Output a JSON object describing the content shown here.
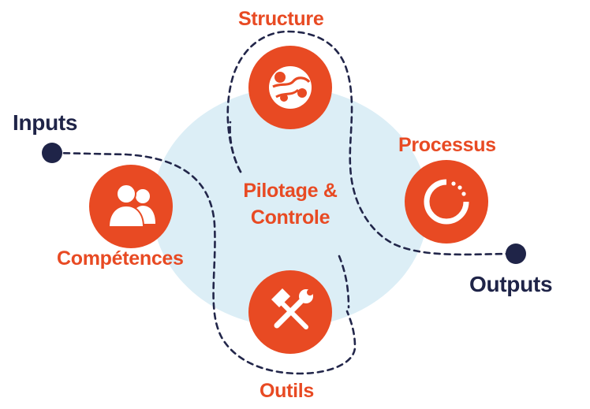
{
  "colors": {
    "accent": "#e84a23",
    "navy": "#1f2448",
    "hub": "#dceef6",
    "dash": "#22264a",
    "white": "#ffffff"
  },
  "labels": {
    "structure": "Structure",
    "processus": "Processus",
    "competences": "Compétences",
    "outils": "Outils",
    "center_line1": "Pilotage &",
    "center_line2": "Controle",
    "inputs": "Inputs",
    "outputs": "Outputs"
  },
  "nodes": [
    {
      "key": "structure",
      "icon": "globe-icon"
    },
    {
      "key": "processus",
      "icon": "progress-ring-icon"
    },
    {
      "key": "competences",
      "icon": "users-icon"
    },
    {
      "key": "outils",
      "icon": "tools-icon"
    }
  ]
}
